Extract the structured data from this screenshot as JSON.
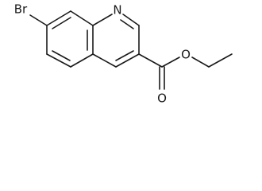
{
  "molecule": {
    "atoms": {
      "bromine": "Br",
      "nitrogen": "N",
      "ester_carbonyl_oxygen": "O",
      "ester_ether_oxygen": "O"
    },
    "colors": {
      "bond": "#1a1a1a",
      "label": "#1a1a1a",
      "background": "#ffffff"
    }
  }
}
